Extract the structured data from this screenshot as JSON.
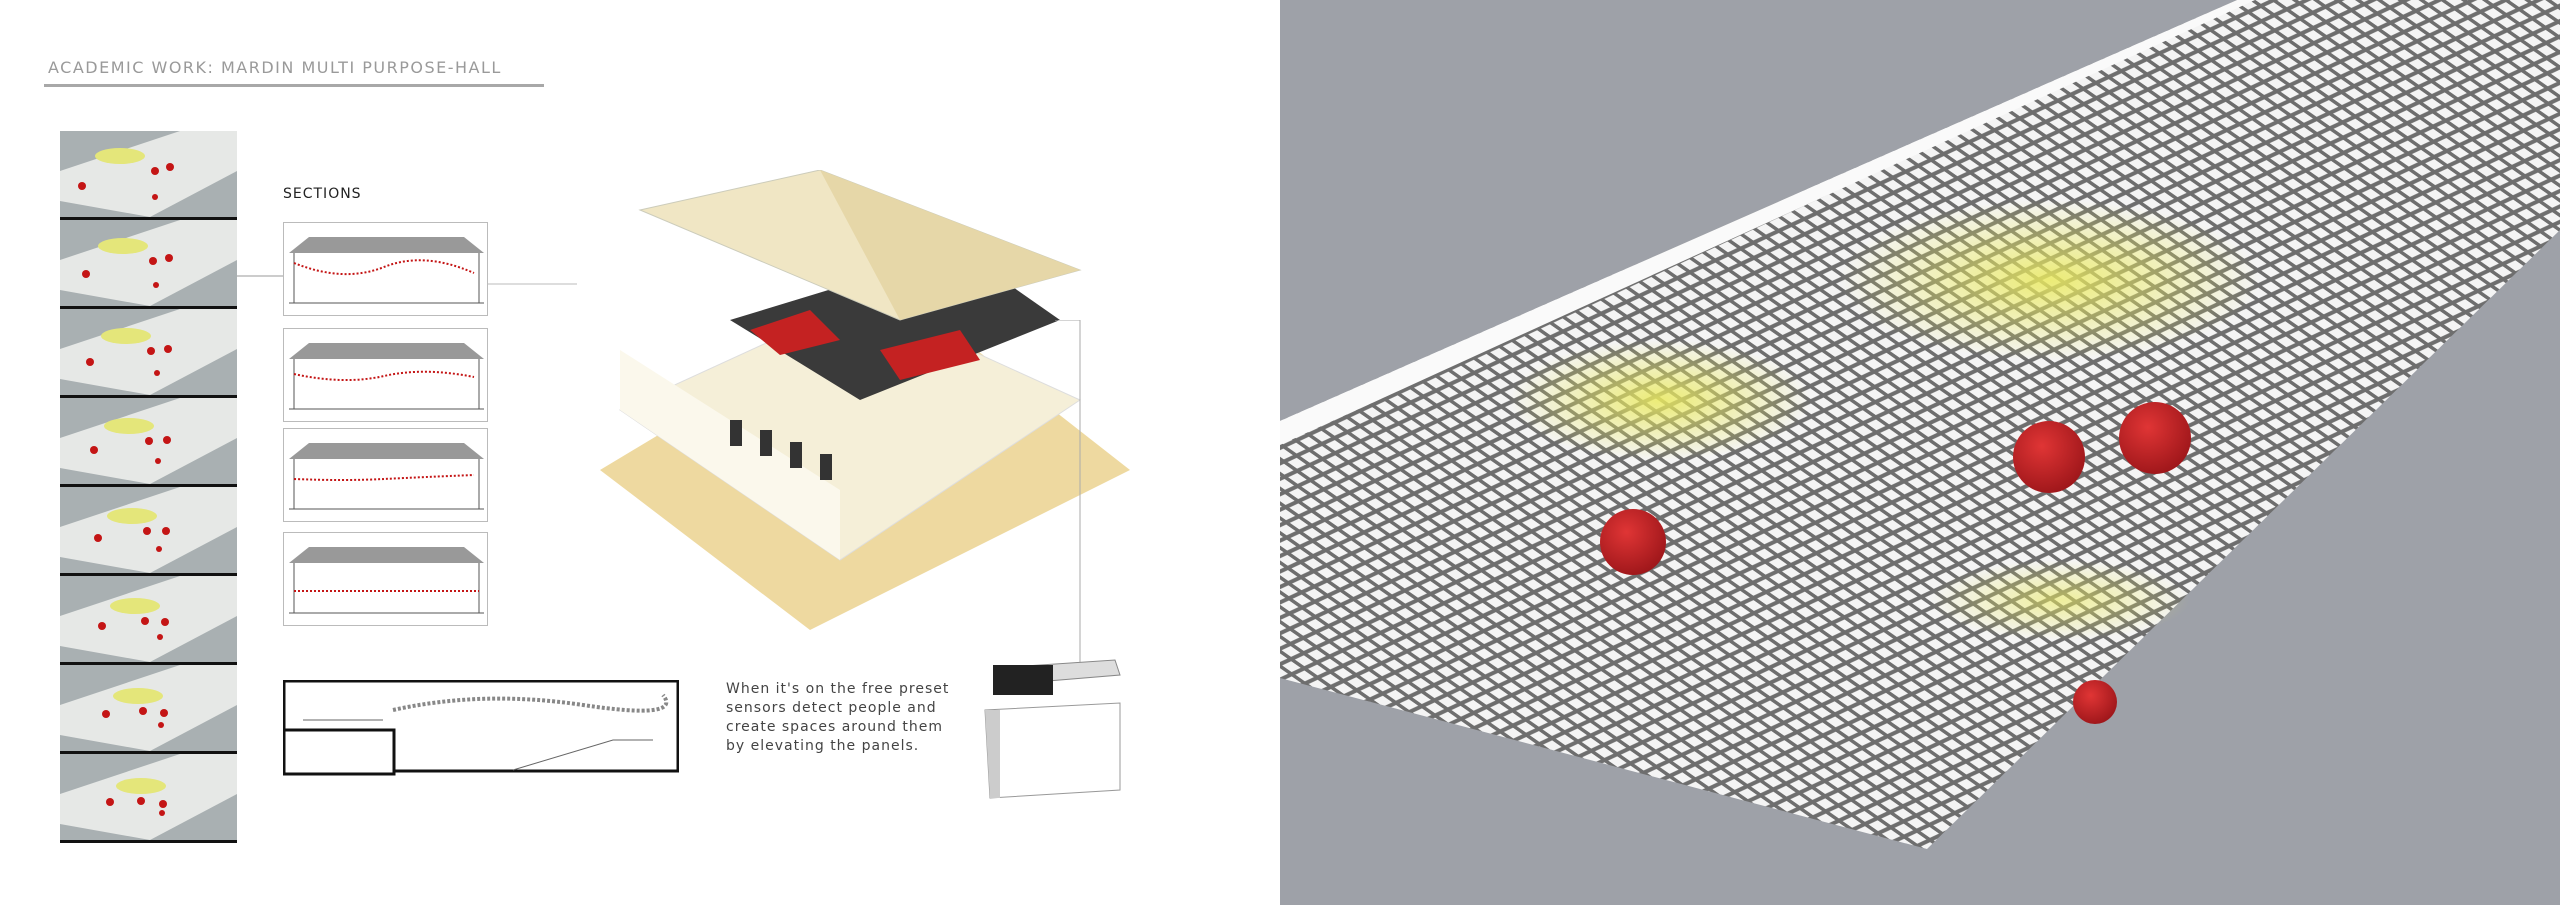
{
  "header": {
    "title": "ACADEMIC WORK: MARDIN MULTI PURPOSE-HALL"
  },
  "sections": {
    "label": "SECTIONS"
  },
  "description": "When it's on the free preset sensors detect people and create spaces around them by elevating the panels.",
  "colors": {
    "sphere": "#c0141c",
    "highlight": "#e9ea7a",
    "background_right": "#9ea1a8",
    "model": "#f3ecd2"
  }
}
